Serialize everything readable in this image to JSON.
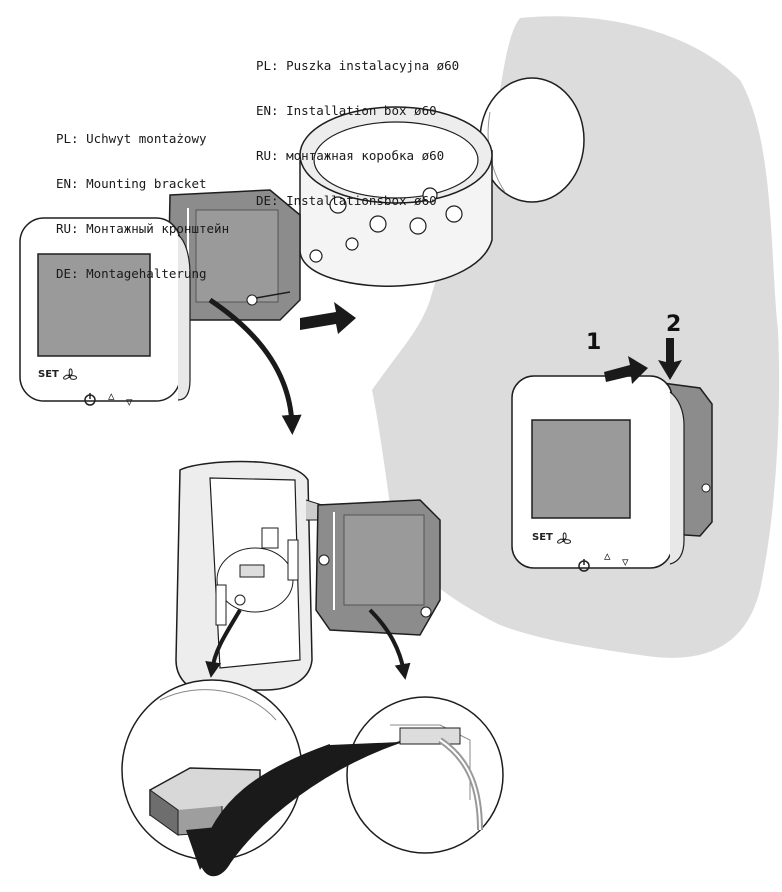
{
  "labels": {
    "installation_box": {
      "pl": "PL: Puszka instalacyjna ø60",
      "en": "EN: Installation box ø60",
      "ru": "RU: монтажная коробка ø60",
      "de": "DE: Installationsbox ø60"
    },
    "mounting_bracket": {
      "pl": "PL: Uchwyt montażowy",
      "en": "EN: Mounting bracket",
      "ru": "RU: Монтажный кронштейн",
      "de": "DE: Montagehalterung"
    }
  },
  "steps": {
    "first": "1",
    "second": "2"
  },
  "device": {
    "set_label": "SET",
    "up_symbol": "▵",
    "down_symbol": "▿"
  },
  "colors": {
    "wall_gray": "#dcdcdc",
    "bracket_gray": "#8c8c8c",
    "outline": "#1e1e1e",
    "arrow": "#1a1a1a"
  }
}
